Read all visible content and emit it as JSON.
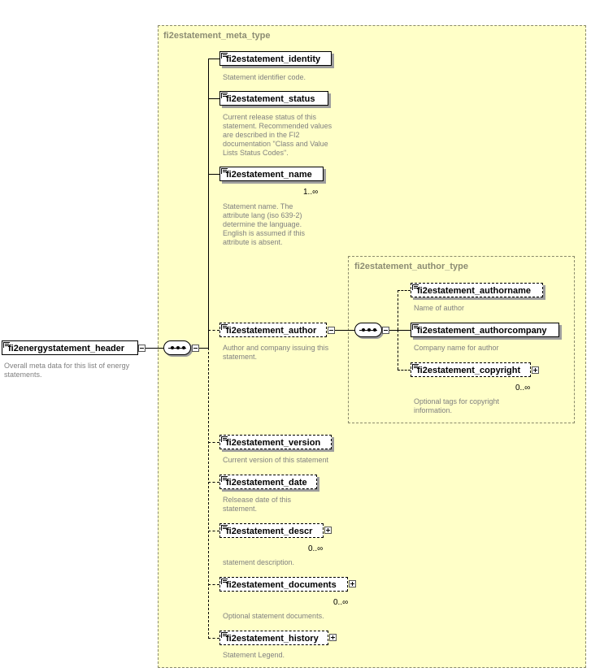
{
  "root": {
    "name": "fi2energystatement_header",
    "description": "Overall meta data for this list of energy statements."
  },
  "meta_type": {
    "title": "fi2estatement_meta_type",
    "elements": [
      {
        "name": "fi2estatement_identity",
        "description": "Statement identifier code.",
        "cardinality": ""
      },
      {
        "name": "fi2estatement_status",
        "description": "Current release status of this statement. Recommended values are described in the FI2 documentation \"Class and Value Lists Status Codes\".",
        "cardinality": ""
      },
      {
        "name": "fi2estatement_name",
        "description": "Statement name. The attribute lang (iso 639-2) determine the language. English is assumed if this attribute is absent.",
        "cardinality": "1..∞"
      },
      {
        "name": "fi2estatement_author",
        "description": "Author and company issuing this statement.",
        "cardinality": ""
      },
      {
        "name": "fi2estatement_version",
        "description": "Current version of this statement",
        "cardinality": ""
      },
      {
        "name": "fi2estatement_date",
        "description": "Relsease date of this statement.",
        "cardinality": ""
      },
      {
        "name": "fi2estatement_descr",
        "description": "statement description.",
        "cardinality": "0..∞"
      },
      {
        "name": "fi2estatement_documents",
        "description": "Optional statement documents.",
        "cardinality": "0..∞"
      },
      {
        "name": "fi2estatement_history",
        "description": "Statement Legend.",
        "cardinality": ""
      }
    ]
  },
  "author_type": {
    "title": "fi2estatement_author_type",
    "elements": [
      {
        "name": "fi2estatement_authorname",
        "description": "Name of author",
        "cardinality": ""
      },
      {
        "name": "fi2estatement_authorcompany",
        "description": "Company name for author",
        "cardinality": ""
      },
      {
        "name": "fi2estatement_copyright",
        "description": "Optional tags for copyright information.",
        "cardinality": "0..∞"
      }
    ]
  },
  "colors": {
    "group_fill": "#ffffc8",
    "group_border": "#8a8a6a",
    "title_text": "#8c8c73",
    "description_text": "#808080"
  },
  "icons": {
    "expand": "plus-box-icon",
    "collapse": "minus-box-icon",
    "sequence": "sequence-compositor-icon",
    "documentation": "documentation-mark-icon"
  }
}
